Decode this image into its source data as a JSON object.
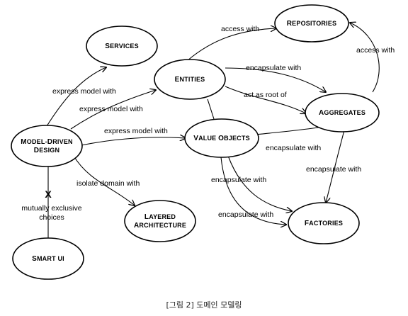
{
  "nodes": {
    "services": {
      "line1_cap": "S",
      "line1_rest": "ERVICES"
    },
    "repositories": {
      "line1_cap": "R",
      "line1_rest": "EPOSITORIES"
    },
    "entities": {
      "line1_cap": "E",
      "line1_rest": "NTITIES"
    },
    "aggregates": {
      "line1_cap": "A",
      "line1_rest": "GGREGATES"
    },
    "model_driven": {
      "line1_cap": "M",
      "line1_rest": "ODEL",
      "line1_dash": "-",
      "line1_cap2": "D",
      "line1_rest2": "RIVEN",
      "line2_cap": "D",
      "line2_rest": "ESIGN"
    },
    "value_objects": {
      "line1_cap": "V",
      "line1_rest": "ALUE",
      "line1_cap2": "O",
      "line1_rest2": "BJECTS"
    },
    "layered": {
      "line1_cap": "L",
      "line1_rest": "AYERED",
      "line2_cap": "A",
      "line2_rest": "RCHITECTURE"
    },
    "factories": {
      "line1_cap": "F",
      "line1_rest": "ACTORIES"
    },
    "smart_ui": {
      "line1_cap": "S",
      "line1_rest": "MART",
      "line1_word2": "UI"
    }
  },
  "edges": {
    "access_with_1": "access with",
    "access_with_2": "access with",
    "express_services": "express model with",
    "express_entities": "express model with",
    "express_values": "express model with",
    "encapsulate_entities_aggregates": "encapsulate with",
    "act_as_root": "act as root of",
    "encapsulate_values_aggregates": "encapsulate with",
    "encapsulate_aggregates_factories": "encapsulate with",
    "encapsulate_values_factories_1": "encapsulate with",
    "encapsulate_values_factories_2": "encapsulate with",
    "isolate_domain": "isolate domain with",
    "exclusive_mark": "X",
    "exclusive_line1": "mutually exclusive",
    "exclusive_line2": "choices"
  },
  "caption": "[그림 2] 도메인 모델링"
}
